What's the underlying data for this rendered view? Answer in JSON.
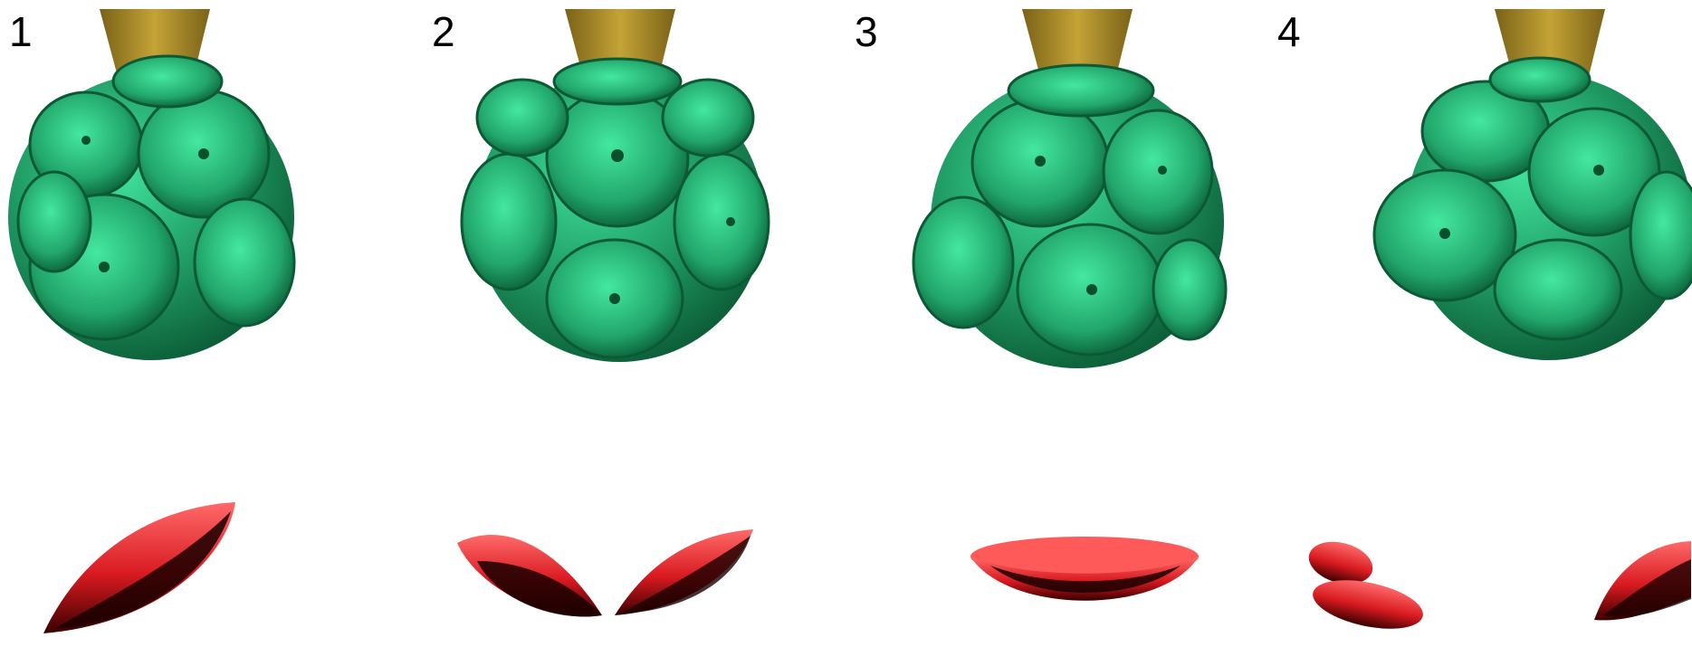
{
  "panels": [
    {
      "label": "1"
    },
    {
      "label": "2"
    },
    {
      "label": "3"
    },
    {
      "label": "4"
    }
  ],
  "colors": {
    "tip": "#a8882a",
    "ball": "#1f9a63",
    "ball_highlight": "#3fe09a",
    "ball_shadow": "#0b5a35",
    "disc": "#e8242a",
    "disc_dark": "#5a0000"
  },
  "icons": [
    "afm-tip",
    "fullerene-ball",
    "red-lens-disc"
  ]
}
